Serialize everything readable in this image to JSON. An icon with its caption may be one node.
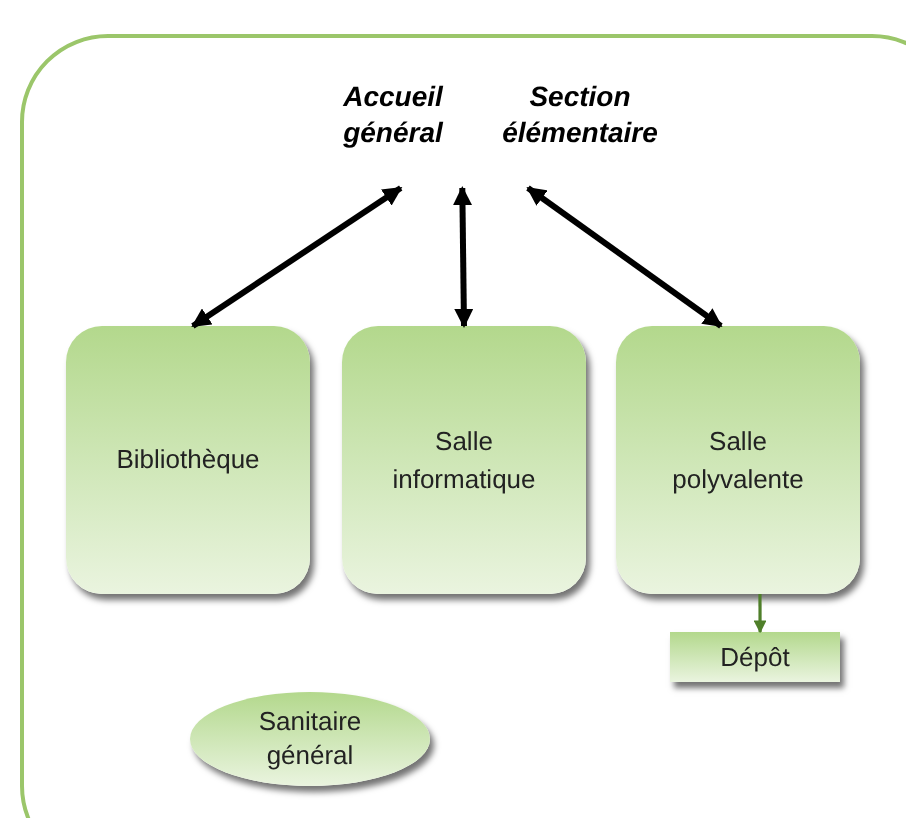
{
  "diagram": {
    "nodes": [
      {
        "text": [],
        "shape": "box"
      },
      {
        "text": [
          "Accueil général"
        ],
        "in": 0
      },
      {
        "text": [
          "Section élémentaire"
        ],
        "in": 0
      },
      {
        "text": [
          "Bibliothèque"
        ],
        "in": 0
      },
      {
        "text": [
          "Salle informatique"
        ],
        "in": 0
      },
      {
        "text": [
          "Salle polyvalente"
        ],
        "in": 0
      },
      {
        "text": [
          "Dépôt"
        ],
        "in": 0
      },
      {
        "text": [
          "Sanitaire général"
        ],
        "in": 0
      }
    ],
    "edges": [
      {
        "from": 3,
        "to": 1,
        "arrow": "both"
      },
      {
        "from": 4,
        "to": 1,
        "arrow": "both"
      },
      {
        "from": 5,
        "to": 2,
        "arrow": "both"
      },
      {
        "from": 5,
        "to": 6,
        "arrow": "to",
        "color": "#4f7f2a"
      }
    ]
  }
}
